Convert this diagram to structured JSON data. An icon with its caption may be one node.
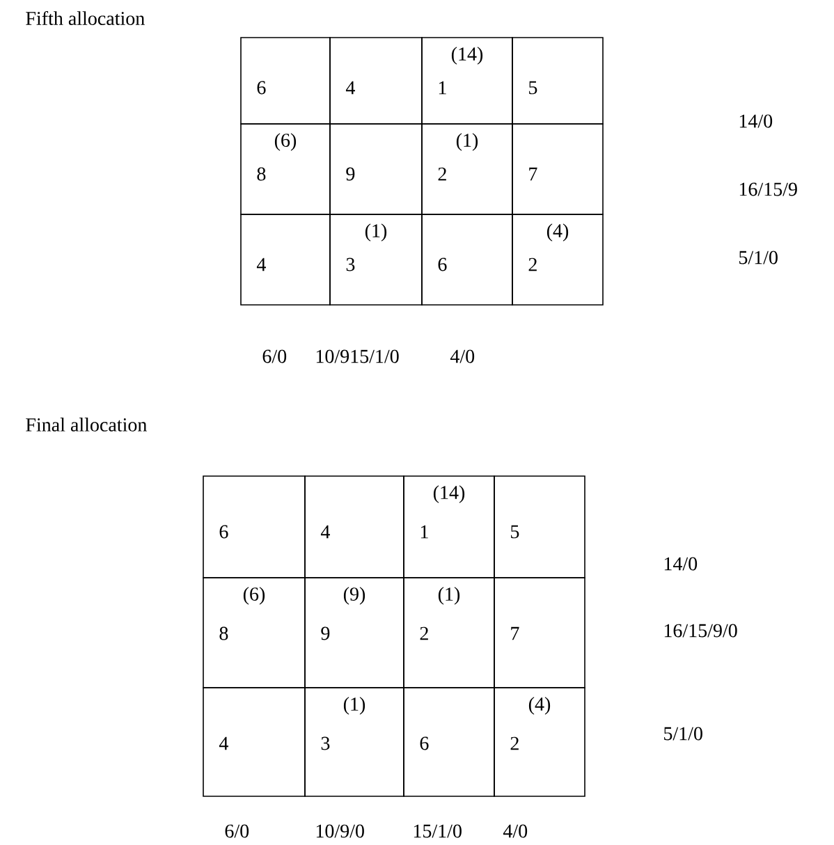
{
  "diagram": {
    "nodes": [
      {
        "text": [
          "6"
        ]
      },
      {
        "text": [
          "4"
        ]
      },
      {
        "text": [
          "(14)",
          "1"
        ]
      },
      {
        "text": [
          "5"
        ]
      },
      {
        "text": [
          "(6)",
          "8"
        ]
      },
      {
        "text": [
          "9"
        ]
      },
      {
        "text": [
          "(1)",
          "2"
        ]
      },
      {
        "text": [
          "7"
        ]
      },
      {
        "text": [
          "4"
        ]
      },
      {
        "text": [
          "(1)",
          "3"
        ]
      },
      {
        "text": [
          "6"
        ]
      },
      {
        "text": [
          "(4)",
          "2"
        ]
      },
      {
        "text": [
          "6"
        ]
      },
      {
        "text": [
          "4"
        ]
      },
      {
        "text": [
          "(14)",
          "1"
        ]
      },
      {
        "text": [
          "5"
        ]
      },
      {
        "text": [
          "(6)",
          "8"
        ]
      },
      {
        "text": [
          "(9)",
          "9"
        ]
      },
      {
        "text": [
          "(1)",
          "2"
        ]
      },
      {
        "text": [
          "7"
        ]
      },
      {
        "text": [
          "4"
        ]
      },
      {
        "text": [
          "(1)",
          "3"
        ]
      },
      {
        "text": [
          "6"
        ]
      },
      {
        "text": [
          "(4)",
          "2"
        ]
      }
    ],
    "labels": [
      "Fifth allocation",
      "14/0",
      "16/15/9",
      "5/1/0",
      "6/0",
      "10/915/1/0",
      "4/0",
      "Final allocation",
      "14/0",
      "16/15/9/0",
      "5/1/0",
      "6/0",
      "10/9/0",
      "15/1/0",
      "4/0"
    ]
  }
}
